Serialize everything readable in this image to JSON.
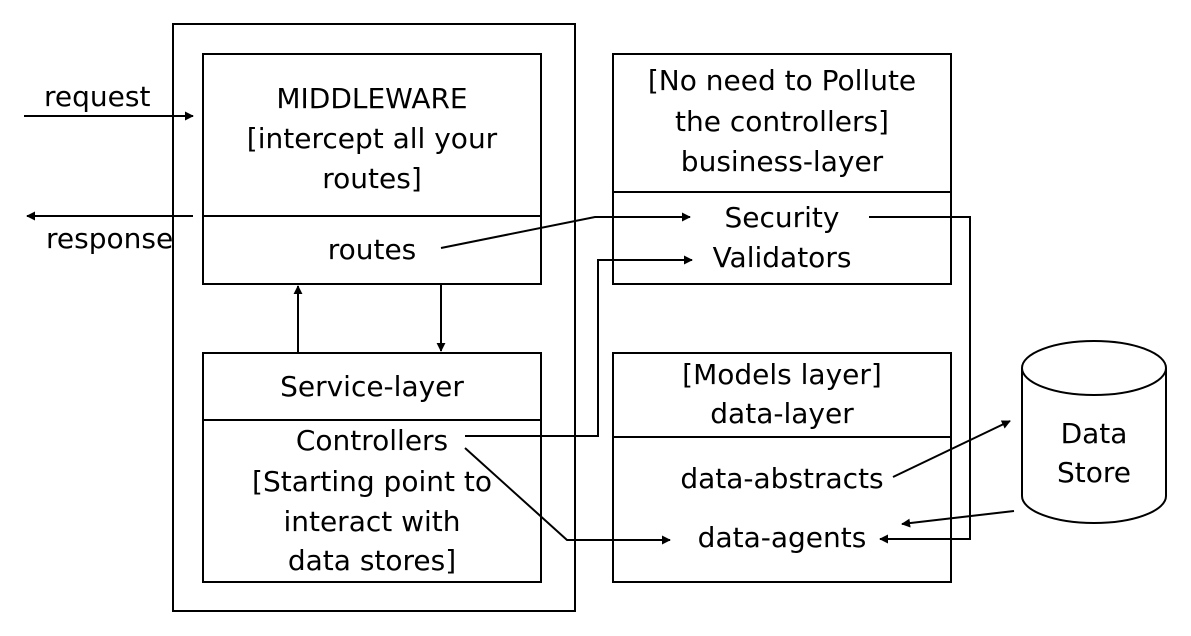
{
  "diagram": {
    "request_label": "request",
    "response_label": "response",
    "middleware": {
      "title_lines": [
        "MIDDLEWARE",
        "[intercept all your",
        "routes]"
      ],
      "routes_label": "routes"
    },
    "service_layer": {
      "title": "Service-layer",
      "controllers_lines": [
        "Controllers",
        "[Starting point to",
        "interact with",
        "data stores]"
      ]
    },
    "business_layer": {
      "title_lines": [
        "[No need to Pollute",
        "the controllers]",
        "business-layer"
      ],
      "items": [
        "Security",
        "Validators"
      ]
    },
    "data_layer": {
      "title_lines": [
        "[Models layer]",
        "data-layer"
      ],
      "items": [
        "data-abstracts",
        "data-agents"
      ]
    },
    "data_store": {
      "label_lines": [
        "Data",
        "Store"
      ]
    }
  }
}
